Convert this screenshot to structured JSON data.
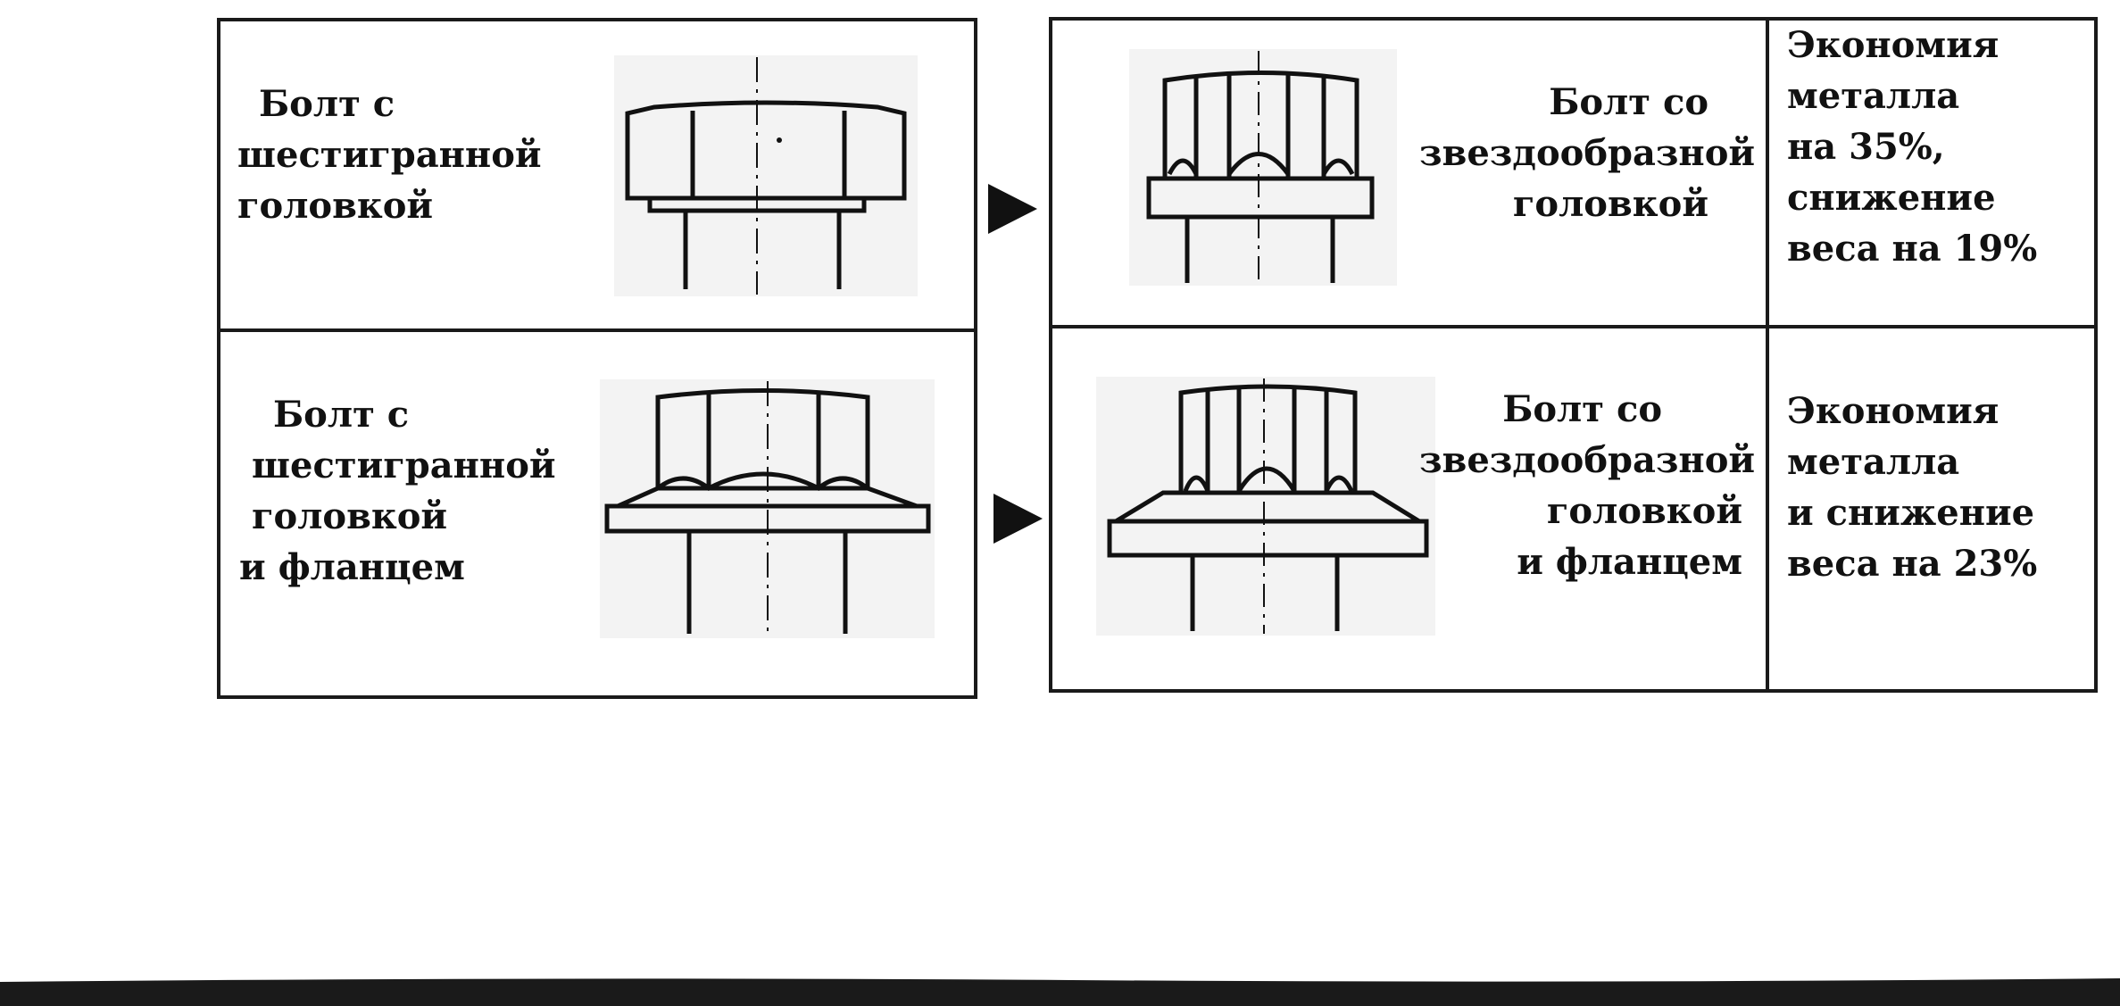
{
  "rows": [
    {
      "left_label": [
        "Болт с",
        "шестигранной",
        "головкой"
      ],
      "right_label": [
        "Болт со",
        "звездообразной",
        "головкой"
      ],
      "note": [
        "Экономия",
        "металла",
        "на 35%,",
        "снижение",
        "веса на 19%"
      ]
    },
    {
      "left_label": [
        "Болт с",
        "шестигранной",
        "головкой",
        "и фланцем"
      ],
      "right_label": [
        "Болт со",
        "звездообразной",
        "головкой",
        "и фланцем"
      ],
      "note": [
        "Экономия",
        "металла",
        "и снижение",
        "веса на 23%"
      ]
    }
  ],
  "icons": {
    "arrow_1": "right-arrow-icon",
    "arrow_2": "right-arrow-icon"
  }
}
